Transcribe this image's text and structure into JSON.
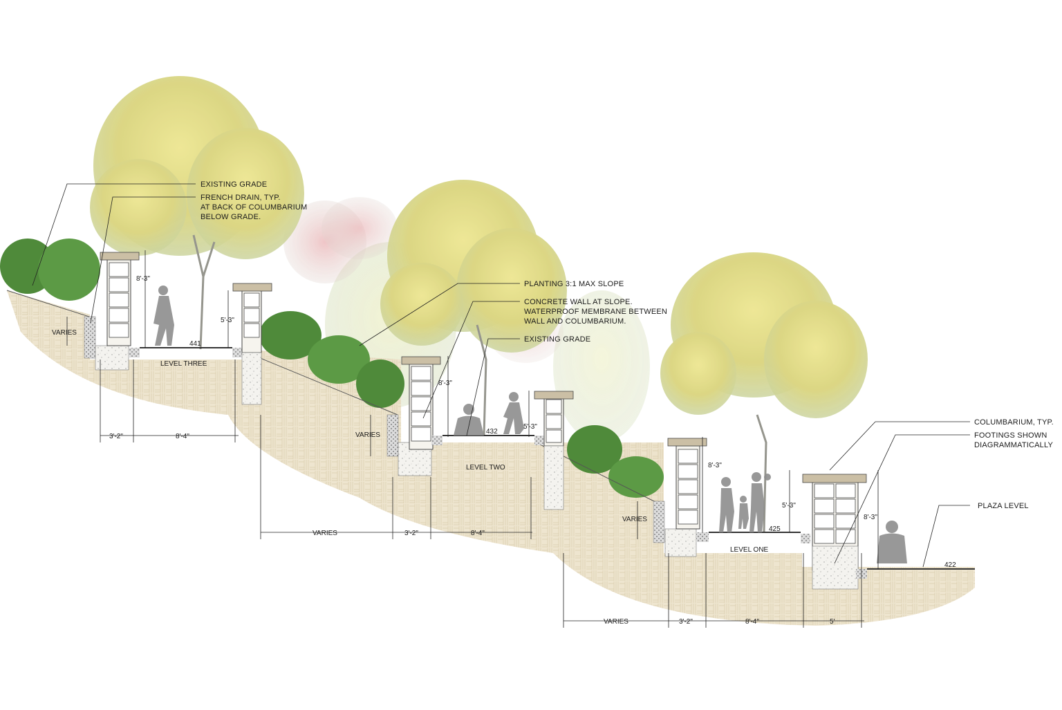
{
  "callouts": {
    "existing_grade_top": "EXISTING GRADE",
    "french_drain_1": "FRENCH DRAIN, TYP.",
    "french_drain_2": "AT BACK OF COLUMBARIUM",
    "french_drain_3": "BELOW GRADE.",
    "planting": "PLANTING 3:1 MAX SLOPE",
    "concrete_1": "CONCRETE WALL AT SLOPE.",
    "concrete_2": "WATERPROOF MEMBRANE BETWEEN",
    "concrete_3": "WALL AND COLUMBARIUM.",
    "existing_grade_mid": "EXISTING GRADE",
    "columbarium": "COLUMBARIUM, TYP.",
    "footings_1": "FOOTINGS SHOWN",
    "footings_2": "DIAGRAMMATICALLY",
    "plaza": "PLAZA LEVEL"
  },
  "levels": {
    "three": {
      "name": "LEVEL THREE",
      "elev": "441",
      "varies": "VARIES",
      "tall_h": "8'-3\"",
      "short_h": "5'-3\"",
      "w1": "3'-2\"",
      "w2": "8'-4\""
    },
    "two": {
      "name": "LEVEL TWO",
      "elev": "432",
      "varies": "VARIES",
      "tall_h": "8'-3\"",
      "short_h": "5'-3\"",
      "w0": "VARIES",
      "w1": "3'-2\"",
      "w2": "8'-4\""
    },
    "one": {
      "name": "LEVEL ONE",
      "elev": "425",
      "varies": "VARIES",
      "tall_h": "8'-3\"",
      "short_h": "5'-3\"",
      "right_h": "8'-3\"",
      "w0": "VARIES",
      "w1": "3'-2\"",
      "w2": "8'-4\"",
      "w3": "5'"
    }
  },
  "plaza_elev": "422",
  "colors": {
    "earth": "#ede3cc",
    "tree_yellow": "#d9d06a",
    "tree_green": "#b9c487",
    "shrub": "#4f8a3a",
    "person": "#8d8d8d",
    "cap": "#cbbfa5"
  }
}
